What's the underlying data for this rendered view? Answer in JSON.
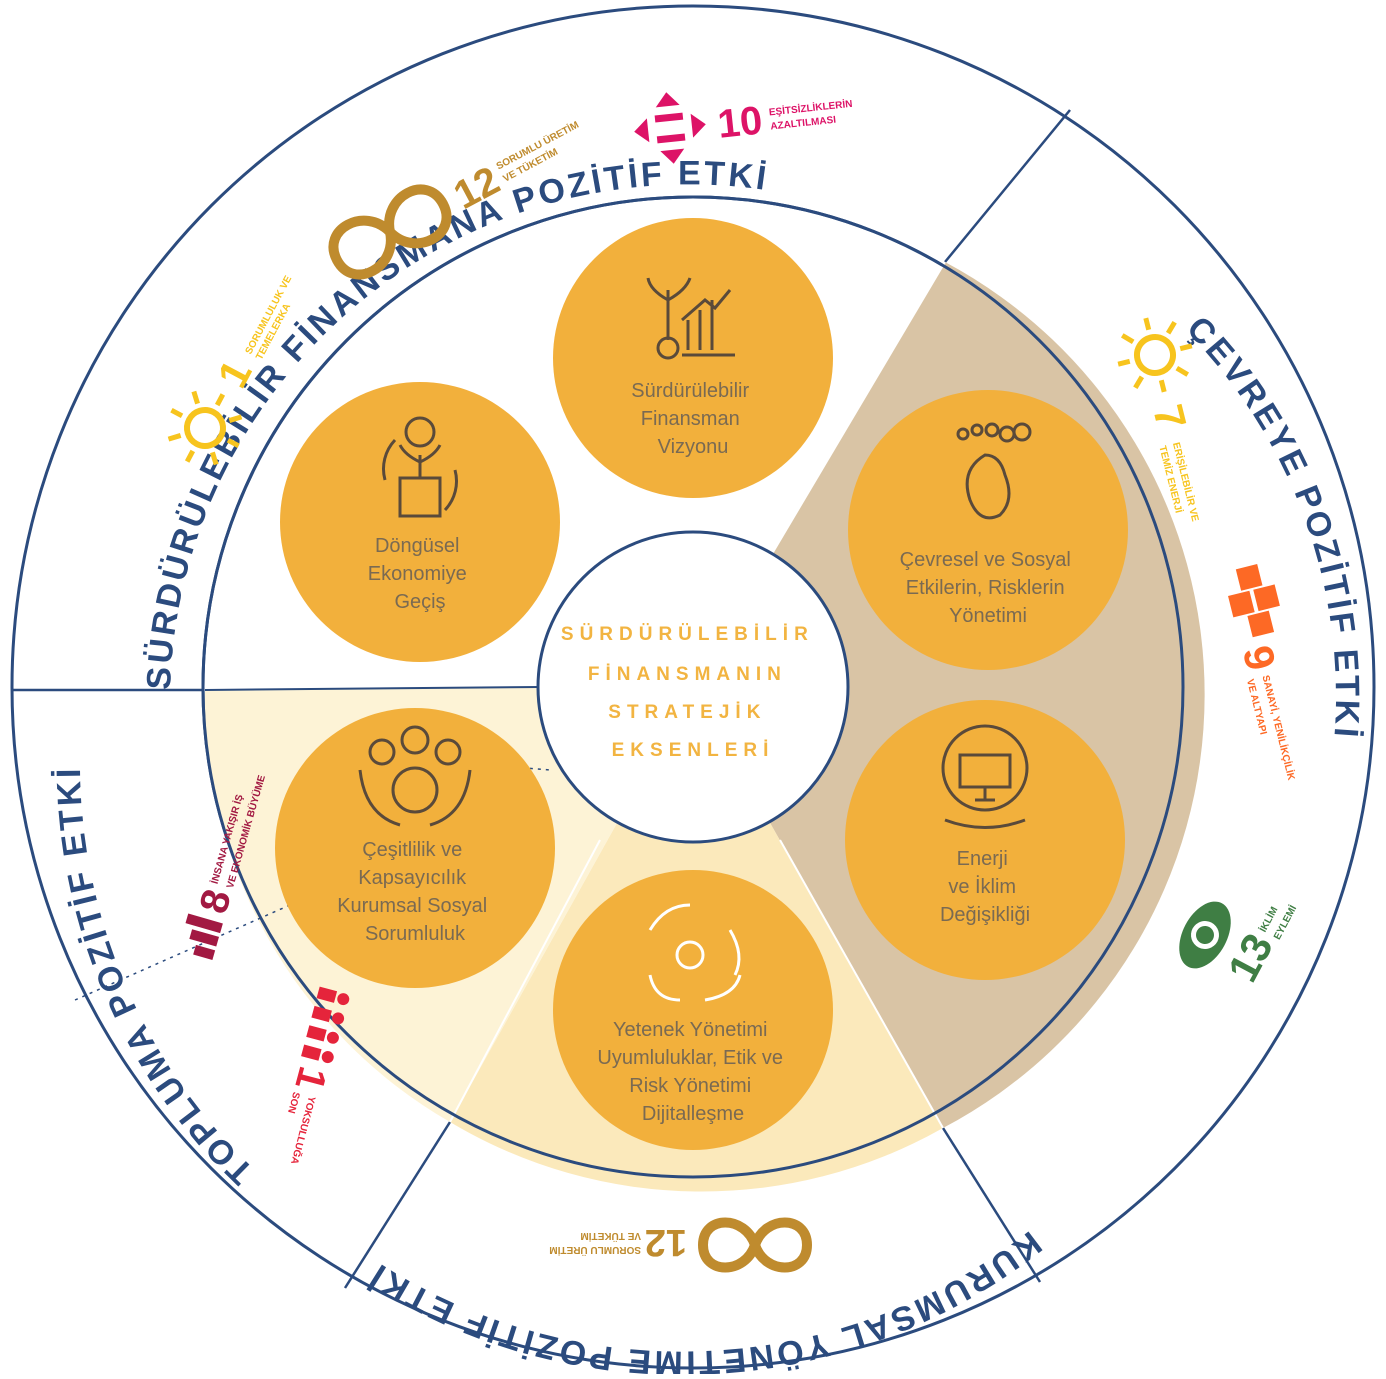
{
  "colors": {
    "ring_border": "#2b4b7e",
    "axis_orange": "#f2b03c",
    "sector_tan": "#d9c4a5",
    "sector_cream": "#fbe9bb",
    "label_text": "#7a6a52",
    "center_text": "#f2b441",
    "sdg_poverty": "#e5243b",
    "sdg_work": "#a21942",
    "sdg_inequality": "#dd1367",
    "sdg_consumption": "#bf8b2e",
    "sdg_industry": "#fd6925",
    "sdg_climate": "#3f7e44",
    "sdg_sun": "#f7c41e"
  },
  "center": {
    "lines": [
      "SÜRDÜRÜLEBİLİR",
      "FİNANSMANIN",
      "STRATEJİK",
      "EKSENLERİ"
    ]
  },
  "outer_titles": {
    "top": "SÜRDÜRÜLEBİLİR FİNANSMANA POZİTİF ETKİ",
    "right": "ÇEVREYE POZİTİF ETKİ",
    "bottom": "KURUMSAL YÖNETİME POZİTİF ETKİ",
    "left": "TOPLUMA POZİTİF ETKİ"
  },
  "axes": [
    {
      "id": "vision",
      "icon": "plant-growth-chart-icon",
      "lines": [
        "Sürdürülebilir",
        "Finansman",
        "Vizyonu"
      ]
    },
    {
      "id": "circular",
      "icon": "circular-economy-icon",
      "lines": [
        "Döngüsel",
        "Ekonomiye",
        "Geçiş"
      ]
    },
    {
      "id": "env-social",
      "icon": "footprint-icon",
      "lines": [
        "Çevresel ve Sosyal",
        "Etkilerin, Risklerin",
        "Yönetimi"
      ]
    },
    {
      "id": "energy",
      "icon": "globe-energy-icon",
      "lines": [
        "Enerji",
        "ve İklim",
        "Değişikliği"
      ]
    },
    {
      "id": "diversity",
      "icon": "hands-people-icon",
      "lines": [
        "Çeşitlilik ve",
        "Kapsayıcılık",
        "Kurumsal Sosyal",
        "Sorumluluk"
      ]
    },
    {
      "id": "talent",
      "icon": "cycle-gear-icon",
      "lines": [
        "Yetenek Yönetimi",
        "Uyumluluklar, Etik ve",
        "Risk Yönetimi",
        "Dijitalleşme"
      ]
    }
  ],
  "sdg": {
    "top": [
      {
        "num": "1",
        "label": [
          "SORUMLULUK VE",
          "TEMELERKA"
        ]
      },
      {
        "num": "12",
        "label": [
          "SORUMLU ÜRETİM",
          "VE TÜKETİM"
        ]
      },
      {
        "num": "10",
        "label": [
          "EŞİTSİZLİKLERİN",
          "AZALTILMASI"
        ]
      }
    ],
    "right": [
      {
        "num": "7",
        "label": [
          "ERİŞİLEBİLİR VE",
          "TEMİZ ENERJİ"
        ]
      },
      {
        "num": "9",
        "label": [
          "SANAYİ, YENİLİKÇİLİK",
          "VE ALTYAPI"
        ]
      },
      {
        "num": "13",
        "label": [
          "İKLİM",
          "EYLEMİ"
        ]
      }
    ],
    "bottom": [
      {
        "num": "12",
        "label": [
          "SORUMLU ÜRETİM",
          "VE TÜKETİM"
        ]
      }
    ],
    "left": [
      {
        "num": "8",
        "label": [
          "İNSANA YAKIŞIR İŞ",
          "VE EKONOMİK BÜYÜME"
        ]
      },
      {
        "num": "1",
        "label": [
          "YOKSULLUĞA",
          "SON"
        ]
      }
    ]
  }
}
